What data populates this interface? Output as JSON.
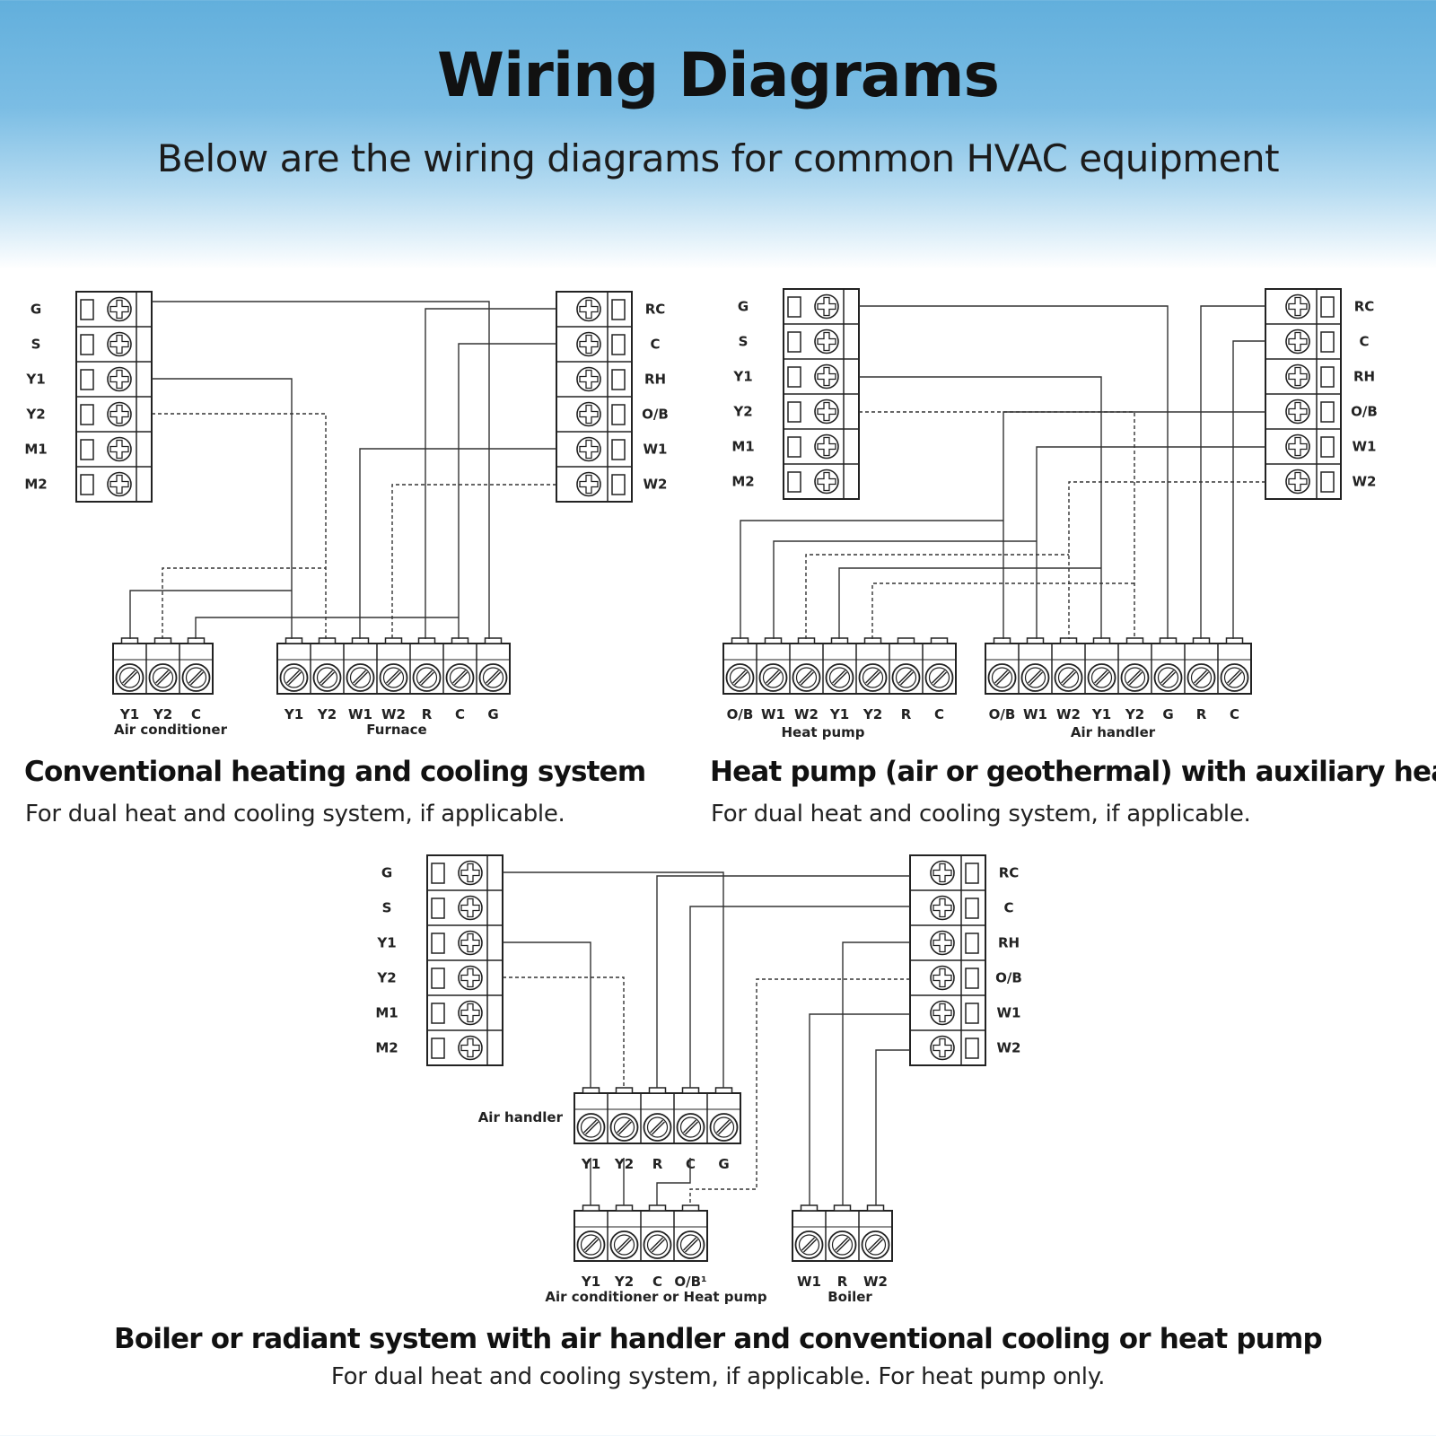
{
  "header": {
    "title": "Wiring Diagrams",
    "subtitle": "Below are the wiring diagrams for common HVAC equipment"
  },
  "sections": {
    "conventional": {
      "title": "Conventional heating and cooling system",
      "note": "For dual heat and cooling system, if applicable."
    },
    "heat_pump": {
      "title": "Heat pump (air or geothermal) with auxiliary heat",
      "note": "For dual heat and cooling system, if applicable."
    },
    "boiler": {
      "title": "Boiler or radiant system with air handler and conventional cooling or heat pump",
      "note": "For dual heat and cooling system, if applicable. For heat pump only."
    }
  },
  "thermostat_left_terminals": [
    "G",
    "S",
    "Y1",
    "Y2",
    "M1",
    "M2"
  ],
  "thermostat_right_terminals": [
    "RC",
    "C",
    "RH",
    "O/B",
    "W1",
    "W2"
  ],
  "equipment": {
    "air_conditioner": {
      "name": "Air conditioner",
      "terminals": [
        "Y1",
        "Y2",
        "C"
      ]
    },
    "furnace": {
      "name": "Furnace",
      "terminals": [
        "Y1",
        "Y2",
        "W1",
        "W2",
        "R",
        "C",
        "G"
      ]
    },
    "heat_pump": {
      "name": "Heat pump",
      "terminals": [
        "O/B",
        "W1",
        "W2",
        "Y1",
        "Y2",
        "R",
        "C"
      ]
    },
    "air_handler_hp": {
      "name": "Air handler",
      "terminals": [
        "O/B",
        "W1",
        "W2",
        "Y1",
        "Y2",
        "G",
        "R",
        "C"
      ]
    },
    "air_handler_boiler": {
      "name": "Air handler",
      "terminals": [
        "Y1",
        "Y2",
        "R",
        "C",
        "G"
      ]
    },
    "ac_or_heat_pump": {
      "name": "Air conditioner or Heat pump",
      "terminals": [
        "Y1",
        "Y2",
        "C",
        "O/B¹"
      ]
    },
    "boiler": {
      "name": "Boiler",
      "terminals": [
        "W1",
        "R",
        "W2"
      ]
    }
  }
}
